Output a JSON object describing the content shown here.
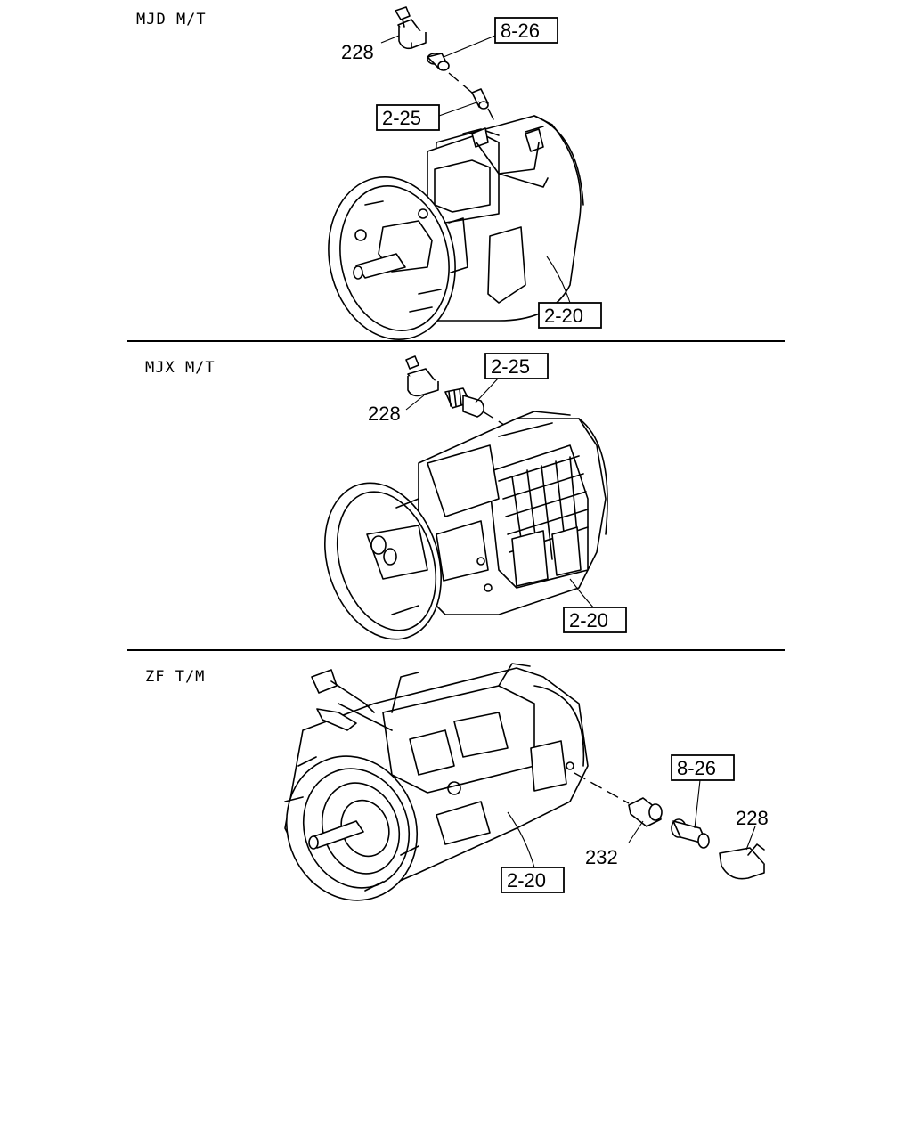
{
  "sections": [
    {
      "title": "MJD M/T",
      "callouts": [
        {
          "text": "228",
          "boxed": false
        },
        {
          "text": "8-26",
          "boxed": true
        },
        {
          "text": "2-25",
          "boxed": true
        },
        {
          "text": "2-20",
          "boxed": true
        }
      ]
    },
    {
      "title": "MJX M/T",
      "callouts": [
        {
          "text": "2-25",
          "boxed": true
        },
        {
          "text": "228",
          "boxed": false
        },
        {
          "text": "2-20",
          "boxed": true
        }
      ]
    },
    {
      "title": "ZF T/M",
      "callouts": [
        {
          "text": "8-26",
          "boxed": true
        },
        {
          "text": "228",
          "boxed": false
        },
        {
          "text": "232",
          "boxed": false
        },
        {
          "text": "2-20",
          "boxed": true
        }
      ]
    }
  ]
}
